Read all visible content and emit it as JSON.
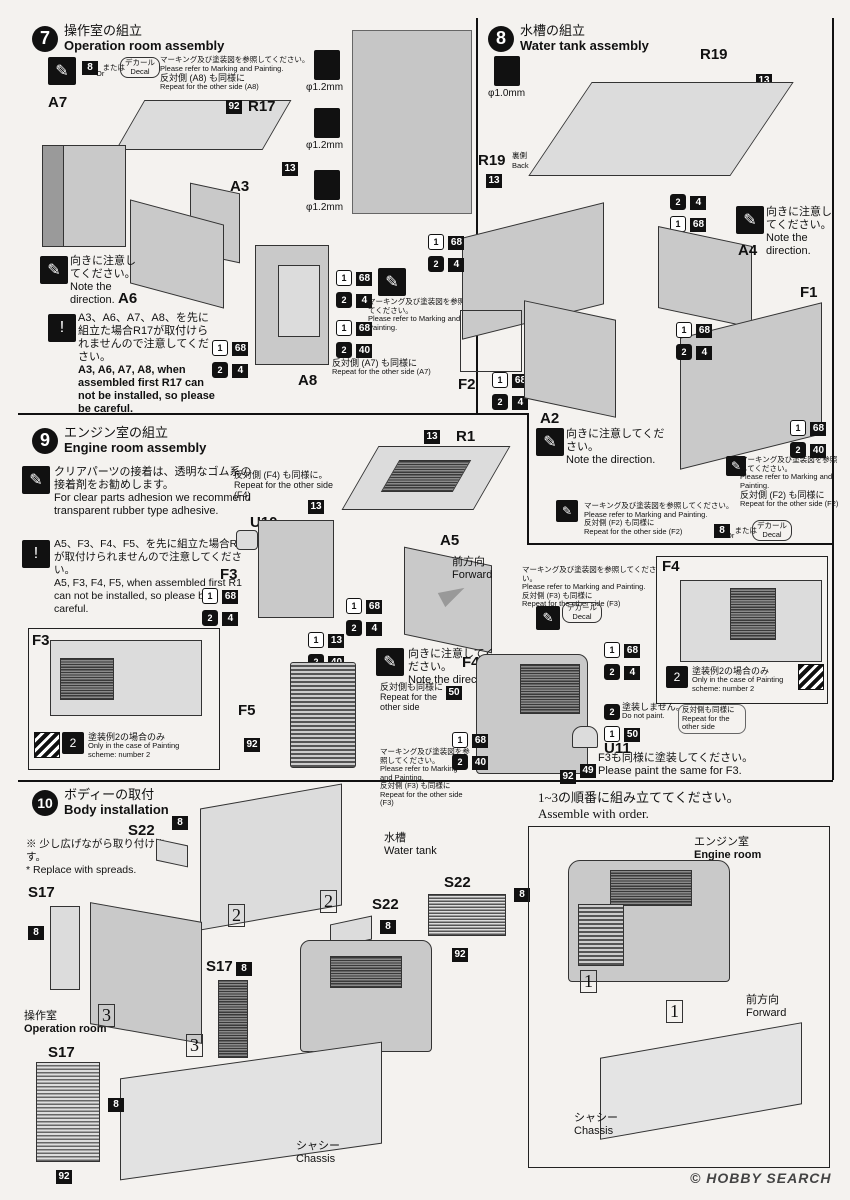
{
  "step7": {
    "num": "7",
    "title_jp": "操作室の組立",
    "title_en": "Operation room assembly",
    "decal_or": "または",
    "decal_or_en": "Or",
    "decal_label": "デカール",
    "decal_label_en": "Decal",
    "marking_jp": "マーキング及び塗装図を参照してください。",
    "marking_en": "Please refer to Marking and Painting.",
    "repeat_jp": "反対側 (A8) も同様に",
    "repeat_en": "Repeat for the other side (A8)",
    "direction_jp": "向きに注意してください。",
    "direction_en": "Note the direction.",
    "warn_jp": "A3、A6、A7、A8、を先に組立た場合R17が取付けられませんので注意してください。",
    "warn_en": "A3, A6, A7, A8, when assembled first R17 can not be installed, so please be careful.",
    "marking2_jp": "マーキング及び塗装図を参照してください。",
    "marking2_en": "Please refer to Marking and Painting.",
    "repeat2_jp": "反対側 (A7) も同様に",
    "repeat2_en": "Repeat for the other side (A7)",
    "parts": {
      "a7": "A7",
      "r17": "R17",
      "a3": "A3",
      "a6": "A6",
      "a8": "A8"
    },
    "drill": [
      "φ1.2mm",
      "φ1.2mm",
      "φ1.2mm"
    ],
    "r19_back": "R19",
    "r19_back_jp": "裏側",
    "r19_back_en": "Back"
  },
  "step8": {
    "num": "8",
    "title_jp": "水槽の組立",
    "title_en": "Water tank assembly",
    "drill": "φ1.0mm",
    "direction_jp": "向きに注意してください。",
    "direction_en": "Note the direction.",
    "marking_jp": "マーキング及び塗装図を参照してください。",
    "marking_en": "Please refer to Marking and Painting.",
    "repeat_jp": "反対側 (F2) も同様に",
    "repeat_en": "Repeat for the other side (F2)",
    "direction2_jp": "向きに注意してください。",
    "direction2_en": "Note the direction.",
    "marking2_jp": "マーキング及び塗装図を参照してください。",
    "marking2_en": "Please refer to Marking and Painting.",
    "repeat2_jp": "反対側 (F2) も同様に",
    "repeat2_en": "Repeat for the other side (F2)",
    "decal_or": "または",
    "decal_or_en": "Or",
    "decal_label": "デカール",
    "decal_label_en": "Decal",
    "parts": {
      "r19": "R19",
      "a4": "A4",
      "f1": "F1",
      "f2": "F2",
      "a2": "A2"
    }
  },
  "step9": {
    "num": "9",
    "title_jp": "エンジン室の組立",
    "title_en": "Engine room assembly",
    "clear_jp": "クリアパーツの接着は、透明なゴム系の接着剤をお勧めします。",
    "clear_en": "For clear parts adhesion we recommend transparent rubber type adhesive.",
    "warn_jp": "A5、F3、F4、F5、を先に組立た場合R1が取付けられませんので注意してください。",
    "warn_en": "A5, F3, F4, F5, when assembled first R1 can not be installed, so please be careful.",
    "repeat_f4_jp": "反対側 (F4) も同様に。",
    "repeat_f4_en": "Repeat for the other side (F4)",
    "forward_jp": "前方向",
    "forward_en": "Forward",
    "marking_jp": "マーキング及び塗装図を参照してください。",
    "marking_en": "Please refer to Marking and Painting.",
    "repeat_f3_jp": "反対側 (F3) も同様に",
    "repeat_f3_en": "Repeat for the other side (F3)",
    "decal_label": "デカール",
    "decal_label_en": "Decal",
    "direction_jp": "向きに注意してください。",
    "direction_en": "Note the direction.",
    "repeat_other_jp": "反対側も同様に",
    "repeat_other_en": "Repeat for the other side",
    "scheme2_jp": "塗装例2の場合のみ",
    "scheme2_en": "Only in the case of Painting scheme: number 2",
    "not_paint_jp": "塗装しません。",
    "not_paint_en": "Do not paint.",
    "paint_same_jp": "F3も同様に塗装してください。",
    "paint_same_en": "Please paint the same for F3.",
    "marking3_jp": "マーキング及び塗装図を参照してください。",
    "marking3_en": "Please refer to Marking and Painting.",
    "repeat3_jp": "反対側 (F3) も同様に",
    "repeat3_en": "Repeat for the other side (F3)",
    "parts": {
      "r1": "R1",
      "u10": "U10",
      "f3": "F3",
      "a5": "A5",
      "f4": "F4",
      "f5": "F5",
      "u11": "U11"
    }
  },
  "step10": {
    "num": "10",
    "title_jp": "ボディーの取付",
    "title_en": "Body installation",
    "spread_jp": "※ 少し広げながら取り付けます。",
    "spread_en": "* Replace with spreads.",
    "water_tank_jp": "水槽",
    "water_tank_en": "Water tank",
    "op_room_jp": "操作室",
    "op_room_en": "Operation room",
    "chassis_jp": "シャシー",
    "chassis_en": "Chassis",
    "order_jp": "1~3の順番に組み立ててください。",
    "order_en": "Assemble with order.",
    "engine_room_jp": "エンジン室",
    "engine_room_en": "Engine room",
    "forward_jp": "前方向",
    "forward_en": "Forward",
    "chassis2_jp": "シャシー",
    "chassis2_en": "Chassis",
    "parts": {
      "s22a": "S22",
      "s22b": "S22",
      "s22c": "S22",
      "s17a": "S17",
      "s17b": "S17",
      "s17c": "S17"
    },
    "order_marks": [
      "1",
      "2",
      "3"
    ]
  },
  "watermark": "HOBBY SEARCH",
  "watermark_copy": "© "
}
